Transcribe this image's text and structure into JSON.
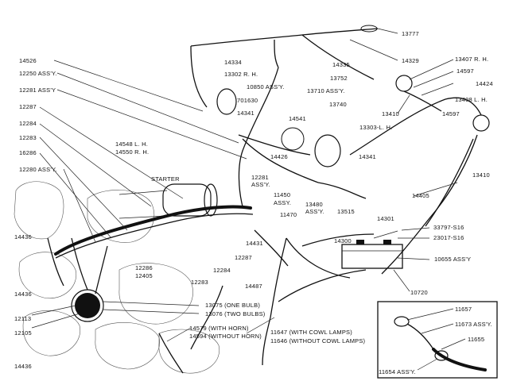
{
  "labels": {
    "p13777": "13777",
    "p14329": "14329",
    "p14335": "14335",
    "p13752": "13752",
    "p14334": "14334",
    "p13302": "13302 R. H.",
    "p10850": "10850 ASS'Y.",
    "p701630": "701630",
    "p14341a": "14341",
    "p13710": "13710 ASS'Y.",
    "p13740": "13740",
    "p14541": "14541",
    "p13303": "13303-L. H.",
    "p13407": "13407 R. H.",
    "p14597a": "14597",
    "p14424": "14424",
    "p13410a": "13410",
    "p13408": "13408 L. H.",
    "p14597b": "14597",
    "p13410b": "13410",
    "p14526": "14526",
    "p12250": "12250 ASS'Y.",
    "p12281a": "12281 ASS'Y",
    "p12287a": "12287",
    "p12284a": "12284",
    "p12283a": "12283",
    "p16286": "16286",
    "p12280": "12280 ASS'Y.",
    "p14548": "14548 L. H.",
    "p14550": "14550 R. H.",
    "starter": "STARTER",
    "p14426": "14426",
    "p14341b": "14341",
    "p12281b": "12281",
    "p12281b_assy": "ASS'Y.",
    "p11450": "11450",
    "p11450_assy": "ASSY.",
    "p11470": "11470",
    "p13480": "13480",
    "p13480_assy": "ASS'Y.",
    "p13515": "13515",
    "p14405": "14405",
    "p14301": "14301",
    "p33797": "33797-S16",
    "p14300": "14300",
    "p23017": "23017-S16",
    "p10655": "10655 ASS'Y",
    "p14436a": "14436",
    "p14431": "14431",
    "p12287b": "12287",
    "p12286": "12286",
    "p12405": "12405",
    "p12284b": "12284",
    "p12283b": "12283",
    "p14487": "14487",
    "p10720": "10720",
    "p14436b": "14436",
    "p12113": "12113",
    "p12105": "12105",
    "p13075": "13075 (ONE BULB)",
    "p13076": "13076 (TWO BULBS)",
    "p14579": "14579 (WITH HORN)",
    "p14594": "14594 (WITHOUT HORN)",
    "p11647": "11647 (WITH COWL LAMPS)",
    "p11646": "11646 (WITHOUT COWL LAMPS)",
    "p11657": "11657",
    "p11673": "11673 ASS'Y.",
    "p11655": "11655",
    "p11654": "11654 ASS'Y.",
    "p14436c": "14436"
  }
}
